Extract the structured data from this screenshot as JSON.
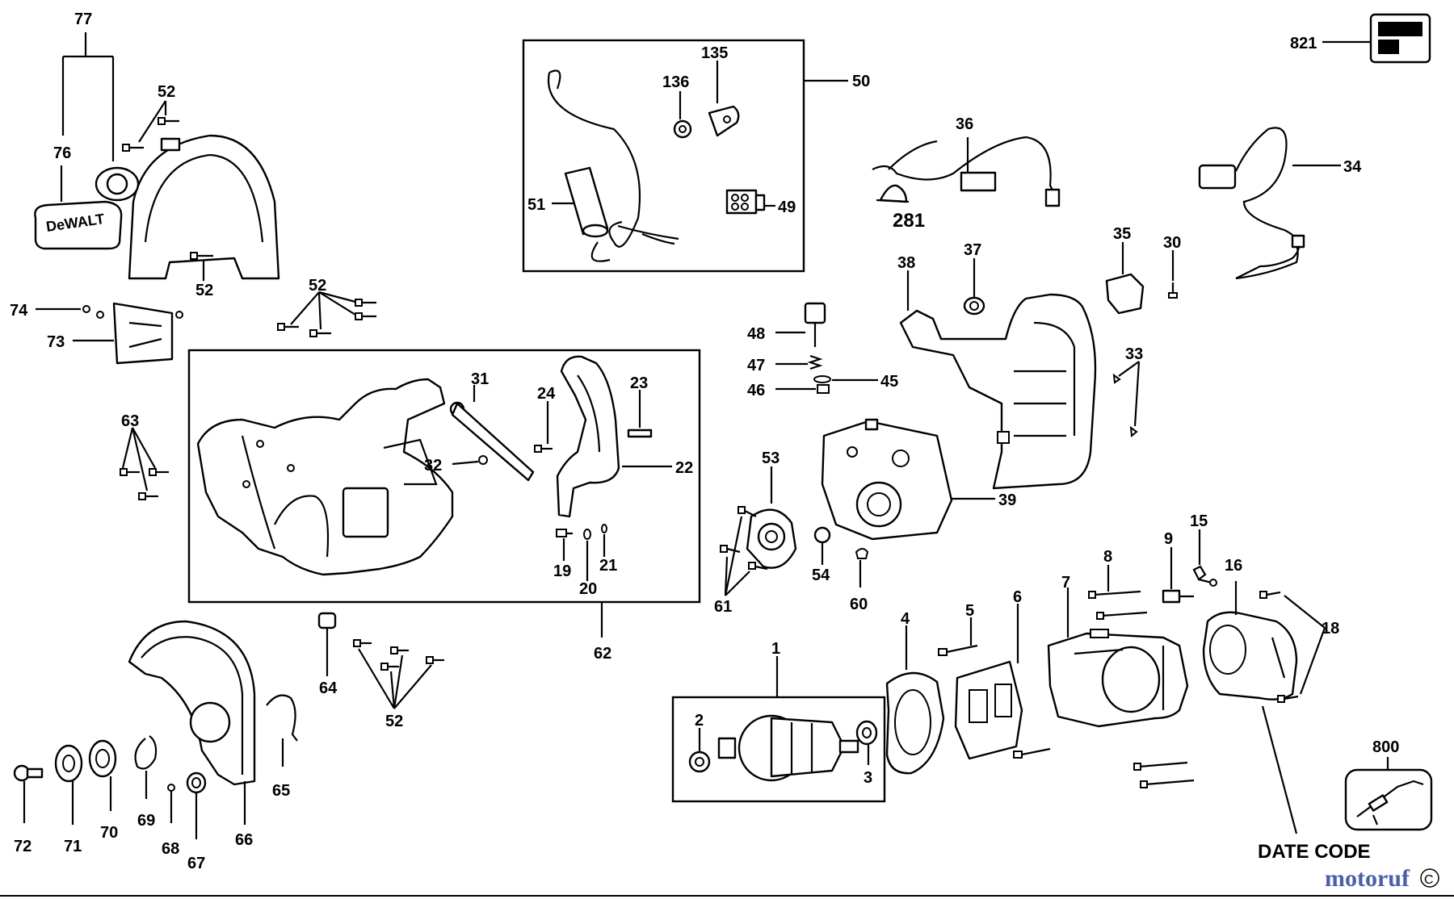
{
  "diagram": {
    "callouts": {
      "c77": "77",
      "c76": "76",
      "c52a": "52",
      "c52b": "52",
      "c52c": "52",
      "c52d": "52",
      "c74": "74",
      "c73": "73",
      "c63": "63",
      "c50": "50",
      "c135": "135",
      "c136": "136",
      "c51": "51",
      "c49": "49",
      "c821": "821",
      "c36": "36",
      "c281": "281",
      "c34": "34",
      "c38": "38",
      "c37": "37",
      "c35": "35",
      "c30": "30",
      "c48": "48",
      "c47": "47",
      "c46": "46",
      "c45": "45",
      "c33": "33",
      "c31": "31",
      "c24": "24",
      "c23": "23",
      "c32": "32",
      "c22": "22",
      "c19": "19",
      "c20": "20",
      "c21": "21",
      "c62": "62",
      "c53": "53",
      "c39": "39",
      "c54": "54",
      "c60": "60",
      "c61": "61",
      "c15": "15",
      "c9": "9",
      "c8": "8",
      "c16": "16",
      "c7": "7",
      "c18": "18",
      "c4": "4",
      "c5": "5",
      "c6": "6",
      "c1": "1",
      "c2": "2",
      "c3": "3",
      "c64": "64",
      "c65": "65",
      "c66": "66",
      "c67": "67",
      "c68": "68",
      "c69": "69",
      "c70": "70",
      "c71": "71",
      "c72": "72",
      "c800": "800"
    },
    "date_code_label": "DATE CODE",
    "guard_logo_text": "DeWALT",
    "watermark_text": "motoruf"
  }
}
